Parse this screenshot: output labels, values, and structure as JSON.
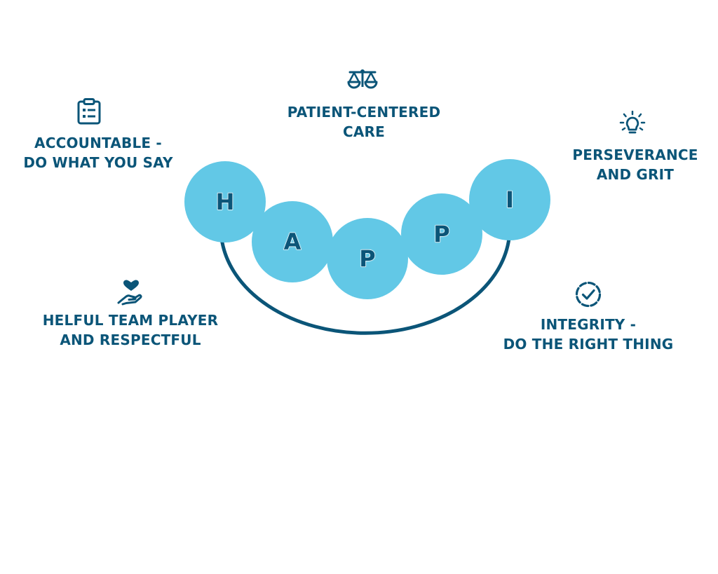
{
  "colors": {
    "text": "#0b5578",
    "circle": "#62c8e6",
    "arc": "#0b5578",
    "background": "#ffffff"
  },
  "circles": [
    {
      "letter": "H"
    },
    {
      "letter": "A"
    },
    {
      "letter": "P"
    },
    {
      "letter": "P"
    },
    {
      "letter": "I"
    }
  ],
  "values": {
    "accountable": {
      "line1": "ACCOUNTABLE -",
      "line2": "DO WHAT YOU SAY",
      "icon": "clipboard-list-icon"
    },
    "patient": {
      "line1": "PATIENT-CENTERED",
      "line2": "CARE",
      "icon": "scales-icon"
    },
    "perseverance": {
      "line1": "PERSEVERANCE",
      "line2": "AND GRIT",
      "icon": "lightbulb-icon"
    },
    "helpful": {
      "line1": "HELFUL TEAM PLAYER",
      "line2": "AND RESPECTFUL",
      "icon": "heart-hand-icon"
    },
    "integrity": {
      "line1": "INTEGRITY -",
      "line2": "DO THE RIGHT THING",
      "icon": "check-circle-icon"
    }
  }
}
